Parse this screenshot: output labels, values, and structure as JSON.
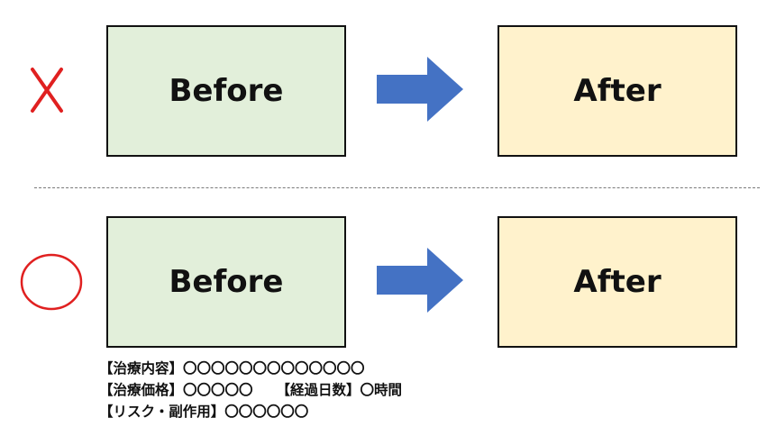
{
  "colors": {
    "before_fill": "#e2efda",
    "after_fill": "#fff2cc",
    "arrow": "#4472c4",
    "mark": "#e02020"
  },
  "icons": {
    "wrong": "x-mark-icon",
    "correct": "circle-mark-icon",
    "flow": "right-arrow-icon"
  },
  "bad_example": {
    "before_label": "Before",
    "after_label": "After"
  },
  "good_example": {
    "before_label": "Before",
    "after_label": "After"
  },
  "notes": {
    "treatment_content": "【治療内容】〇〇〇〇〇〇〇〇〇〇〇〇〇",
    "treatment_price": "【治療価格】〇〇〇〇〇",
    "elapsed_days": "【経過日数】〇時間",
    "risks_side_effects": "【リスク・副作用】〇〇〇〇〇〇"
  }
}
